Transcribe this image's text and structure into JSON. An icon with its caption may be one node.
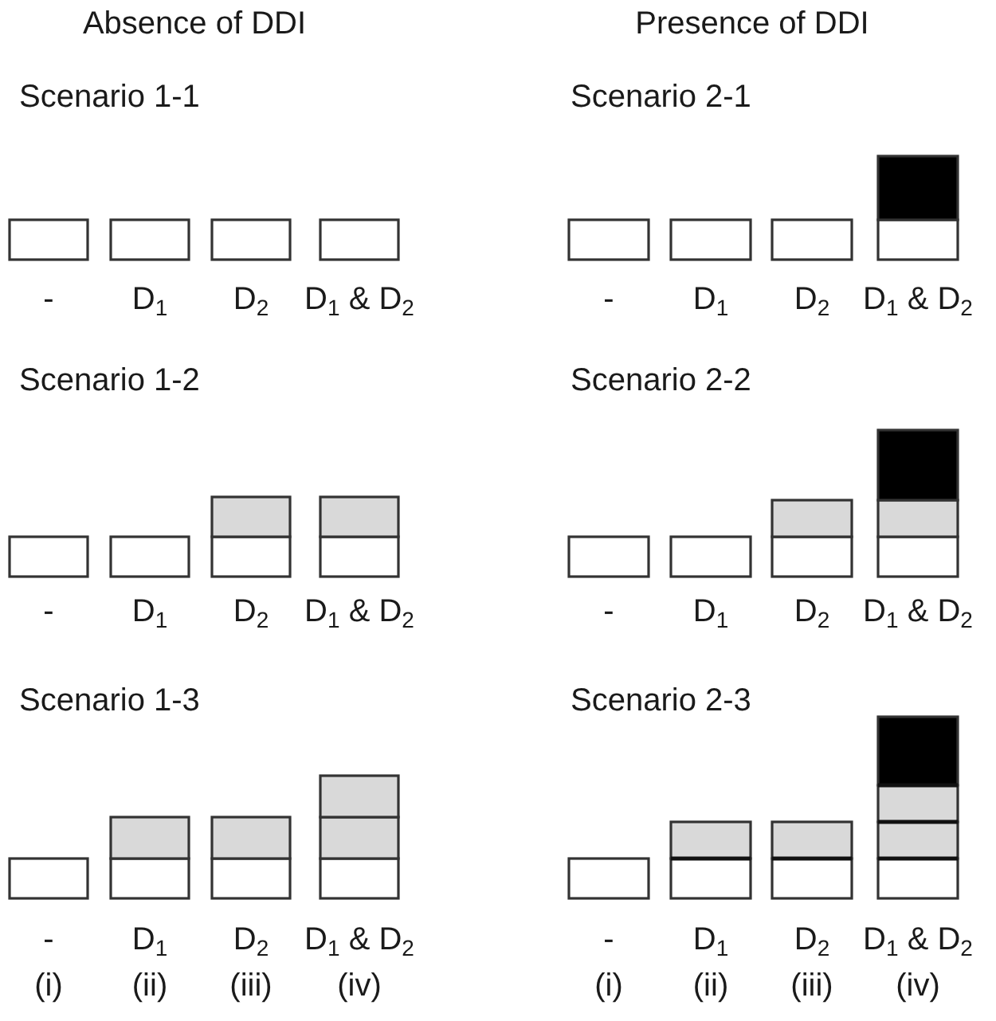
{
  "diagram": {
    "labels": [
      "Absence of DDI",
      "Presence of DDI",
      "Scenario 1-1",
      "Scenario 2-1",
      "-",
      "D$_{1}$",
      "D$_{2}$",
      "D$_{1}$ & D$_{2}$",
      "-",
      "D$_{1}$",
      "D$_{2}$",
      "D$_{1}$ & D$_{2}$",
      "Scenario 1-2",
      "Scenario 2-2",
      "-",
      "D$_{1}$",
      "D$_{2}$",
      "D$_{1}$ & D$_{2}$",
      "-",
      "D$_{1}$",
      "D$_{2}$",
      "D$_{1}$ & D$_{2}$",
      "Scenario 1-3",
      "Scenario 2-3",
      "-",
      "D$_{1}$",
      "D$_{2}$",
      "D$_{1}$ & D$_{2}$",
      "-",
      "D$_{1}$",
      "D$_{2}$",
      "D$_{1}$ & D$_{2}$",
      "(i)",
      "(ii)",
      "(iii)",
      "(iv)",
      "(i)",
      "(ii)",
      "(iii)",
      "(iv)"
    ]
  }
}
